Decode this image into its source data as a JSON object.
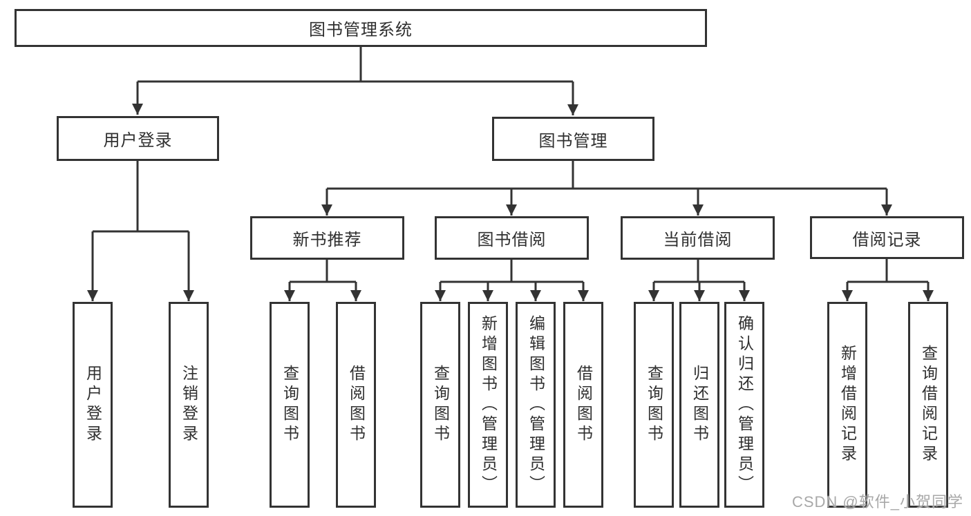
{
  "diagram": {
    "background_color": "#ffffff",
    "line_color": "#333333",
    "text_color": "#2f2f2f",
    "watermark": {
      "text": "CSDN @软件_小贺同学",
      "color": "#a8a8a8"
    },
    "tree": {
      "label": "图书管理系统",
      "children": [
        {
          "label": "用户登录",
          "children": [
            {
              "label": "用户登录"
            },
            {
              "label": "注销登录"
            }
          ]
        },
        {
          "label": "图书管理",
          "children": [
            {
              "label": "新书推荐",
              "children": [
                {
                  "label": "查询图书"
                },
                {
                  "label": "借阅图书"
                }
              ]
            },
            {
              "label": "图书借阅",
              "children": [
                {
                  "label": "查询图书"
                },
                {
                  "label": "新增图书（管理员）"
                },
                {
                  "label": "编辑图书（管理员）"
                },
                {
                  "label": "借阅图书"
                }
              ]
            },
            {
              "label": "当前借阅",
              "children": [
                {
                  "label": "查询图书"
                },
                {
                  "label": "归还图书"
                },
                {
                  "label": "确认归还（管理员）"
                }
              ]
            },
            {
              "label": "借阅记录",
              "children": [
                {
                  "label": "新增借阅记录"
                },
                {
                  "label": "查询借阅记录"
                }
              ]
            }
          ]
        }
      ]
    }
  }
}
